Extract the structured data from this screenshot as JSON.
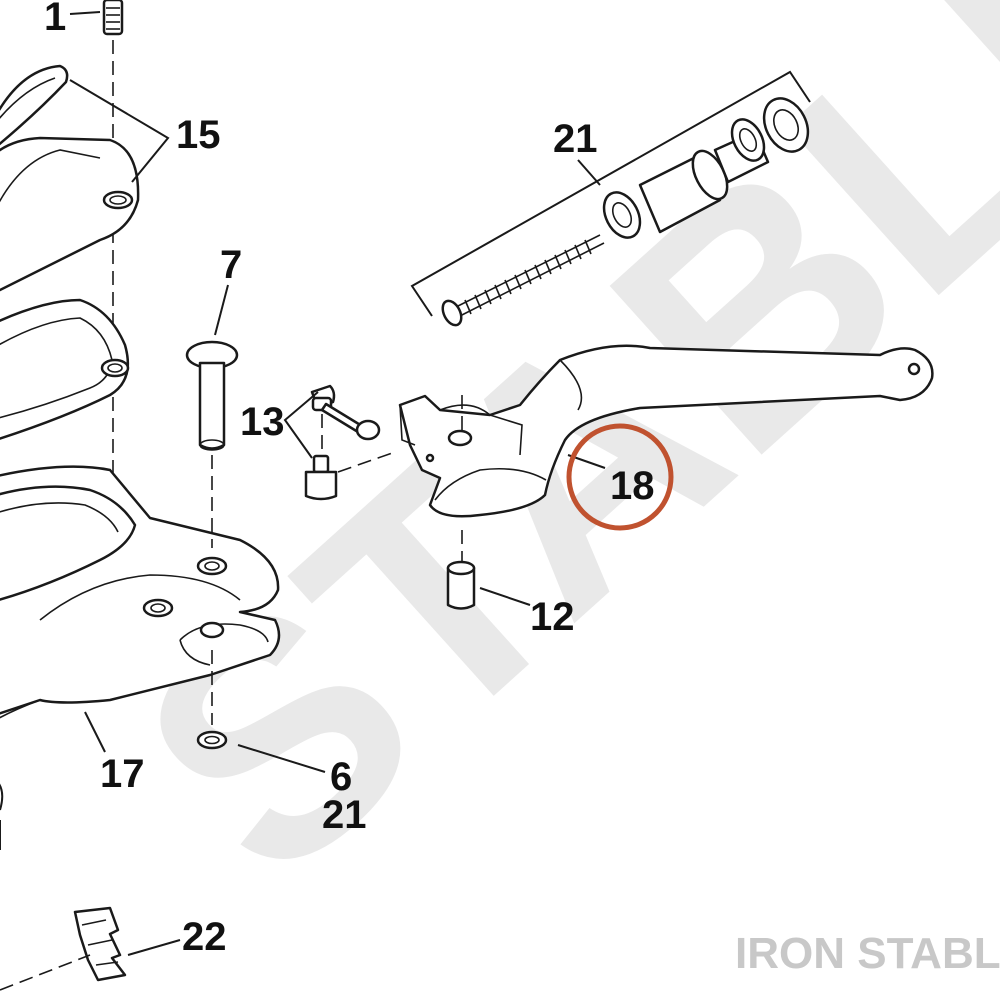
{
  "watermark": {
    "text": "STABLE"
  },
  "brand": {
    "text": "IRON STABLE"
  },
  "highlight": {
    "callout": "18",
    "color": "#c0522f"
  },
  "callouts": {
    "c1": "1",
    "c15": "15",
    "c21_kit": "21",
    "c7": "7",
    "c13": "13",
    "c18": "18",
    "c12": "12",
    "c17": "17",
    "c6": "6",
    "c21_bottom": "21",
    "c22": "22"
  },
  "parts": [
    "screw",
    "reservoir-cover",
    "reservoir-gasket",
    "master-cylinder-body",
    "piston-kit",
    "lever-pivot-pin",
    "brake-light-switch",
    "brake-lever",
    "bushing",
    "retaining-ring",
    "clamp-bracket"
  ]
}
